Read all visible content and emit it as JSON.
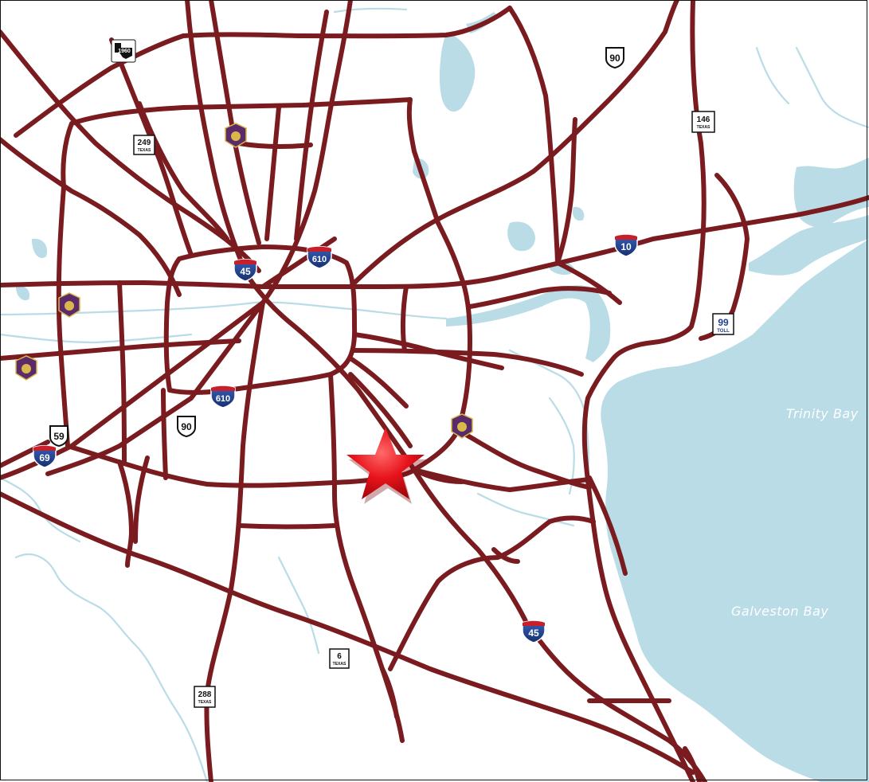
{
  "map": {
    "water_labels": {
      "trinity_bay": "Trinity Bay",
      "galveston_bay": "Galveston Bay"
    },
    "interstate_shields": [
      {
        "number": "45"
      },
      {
        "number": "610"
      },
      {
        "number": "610"
      },
      {
        "number": "10"
      },
      {
        "number": "69"
      },
      {
        "number": "45"
      }
    ],
    "us_shields": [
      {
        "number": "90"
      },
      {
        "number": "90"
      },
      {
        "number": "59"
      }
    ],
    "state_shields": [
      {
        "number": "249",
        "state": "TEXAS"
      },
      {
        "number": "146",
        "state": "TEXAS"
      },
      {
        "number": "6",
        "state": "TEXAS"
      },
      {
        "number": "288",
        "state": "TEXAS"
      }
    ],
    "toll_shields": [
      {
        "number": "99",
        "label": "TOLL"
      }
    ],
    "fm_shield": {
      "number": "1960"
    },
    "marker": {
      "type": "star",
      "color": "#e8131b"
    },
    "colors": {
      "road": "#7a1c1f",
      "water": "#b9dce6",
      "land": "#ffffff",
      "interstate_blue": "#1f3f8f",
      "interstate_red": "#c8202a",
      "college_purple": "#5a2a6a"
    }
  }
}
